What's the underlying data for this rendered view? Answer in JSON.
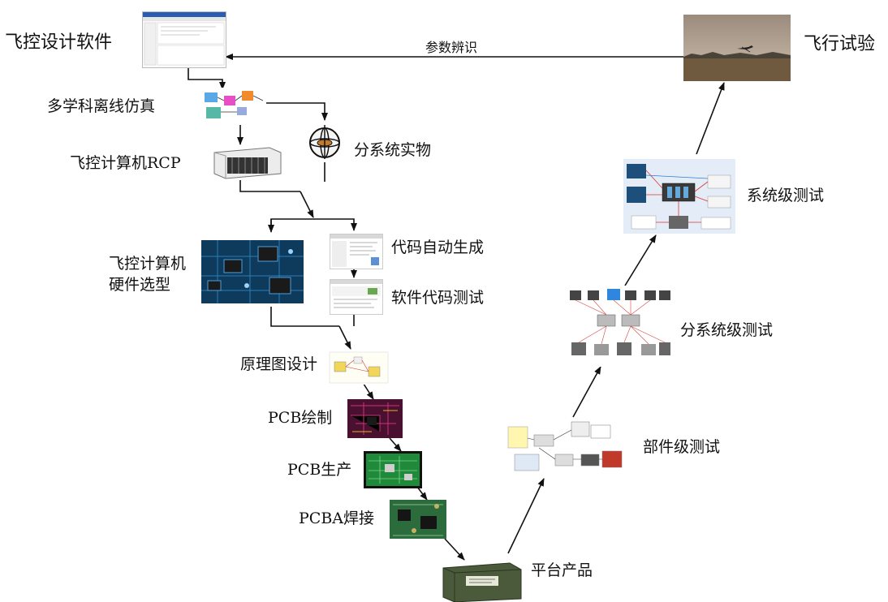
{
  "top_arrow_label": "参数辨识",
  "left_chain": {
    "design_software": "飞控设计软件",
    "offline_sim": "多学科离线仿真",
    "subsystem_physical": "分系统实物",
    "rcp_computer": "飞控计算机RCP",
    "hw_selection_line1": "飞控计算机",
    "hw_selection_line2": "硬件选型",
    "auto_codegen": "代码自动生成",
    "sw_code_test": "软件代码测试",
    "schematic_design": "原理图设计",
    "pcb_drawing": "PCB绘制",
    "pcb_production": "PCB生产",
    "pcba_soldering": "PCBA焊接"
  },
  "platform_product": "平台产品",
  "right_chain": {
    "component_test": "部件级测试",
    "subsystem_test": "分系统级测试",
    "system_test": "系统级测试",
    "flight_test": "飞行试验"
  },
  "colors": {
    "line": "#111111",
    "pcb_green": "#1f8a3a",
    "pcb_red": "#8a1a4a",
    "hardware_blue": "#1d4f7a",
    "box_olive": "#4a5a3a",
    "sky": "#a89a88"
  }
}
